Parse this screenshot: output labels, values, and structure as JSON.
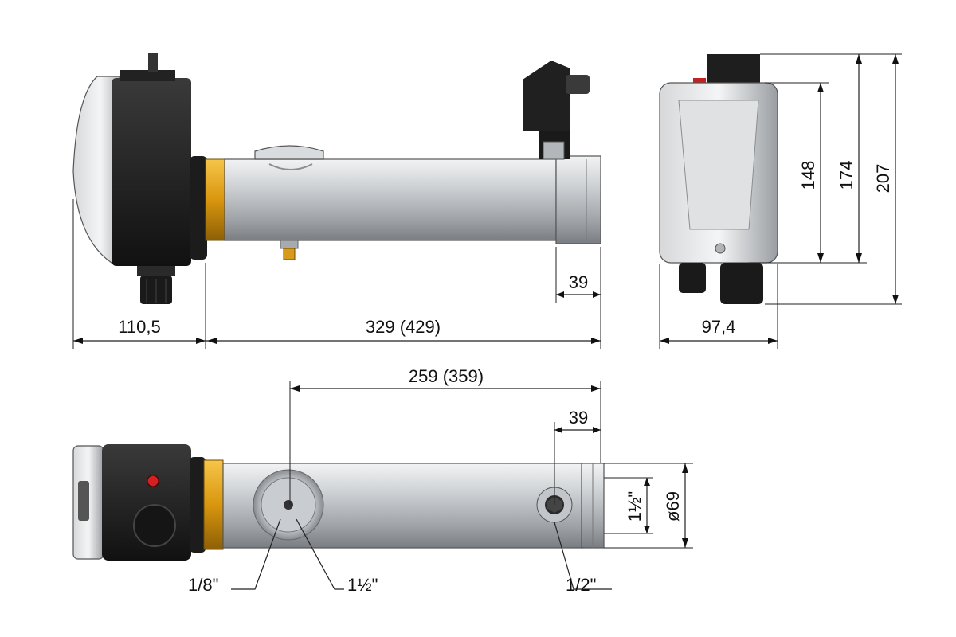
{
  "dimensions": {
    "housing_width": "110,5",
    "body_length": "329 (429)",
    "outlet_offset_top": "39",
    "side_width": "97,4",
    "height_148": "148",
    "height_174": "174",
    "height_207": "207",
    "inlet_spacing": "259 (359)",
    "outlet_offset_bottom": "39",
    "outlet_thread": "1½\"",
    "pipe_diameter": "ø69"
  },
  "callouts": {
    "sensor_port": "1/8\"",
    "inlet_thread": "1½\"",
    "drain_thread": "1/2\""
  },
  "colors": {
    "housing": "#1e1e1e",
    "tube": "#c4c8cc",
    "nut": "#e0a21a",
    "lamp": "#d42020"
  }
}
